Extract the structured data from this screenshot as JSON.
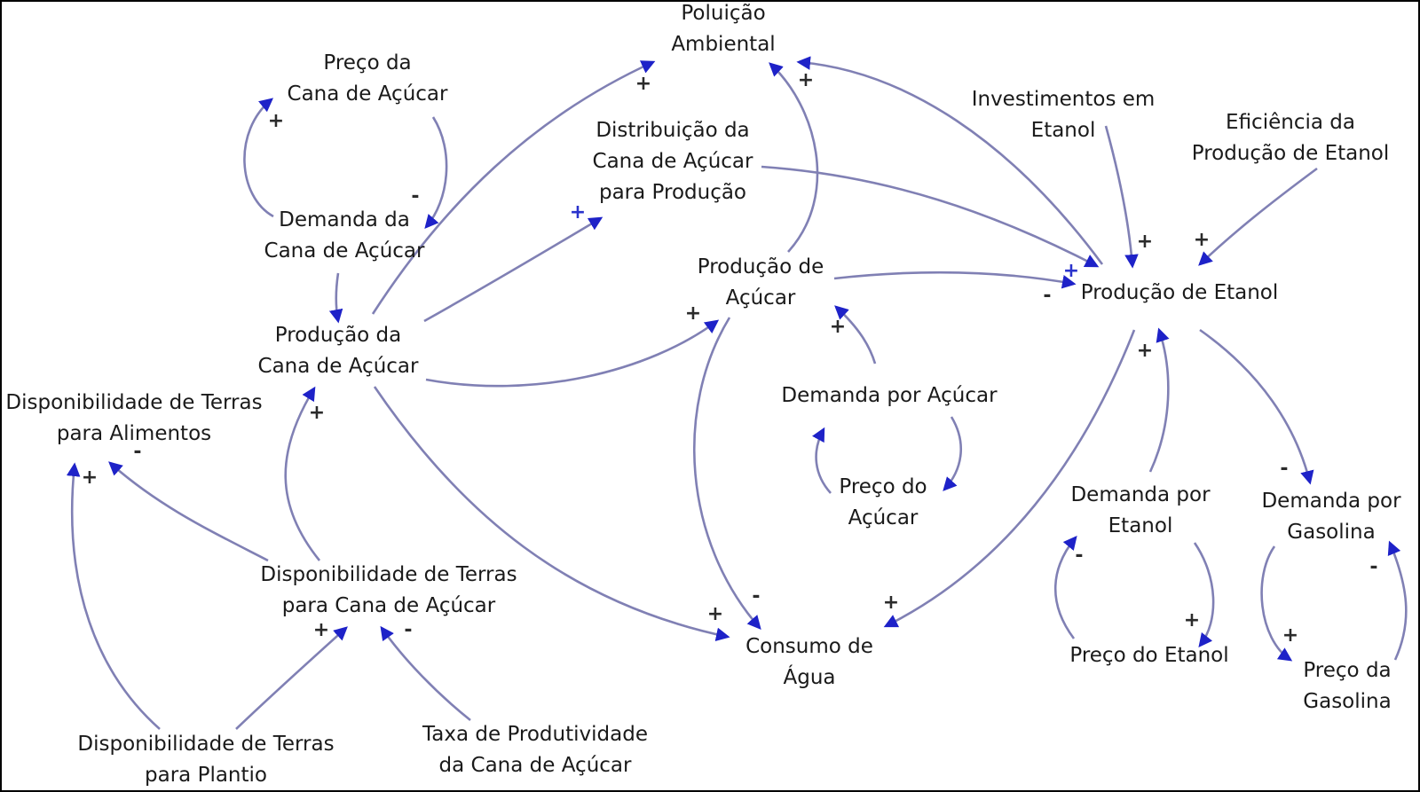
{
  "colors": {
    "link": "#8080b4",
    "arrowhead": "#1e22c8",
    "text": "#1a1a1a",
    "sign": "#2b2b2b"
  },
  "nodes": {
    "poluicao": [
      "Poluição",
      "Ambiental"
    ],
    "preco_cana": [
      "Preço da",
      "Cana de Açúcar"
    ],
    "demanda_cana": [
      "Demanda da",
      "Cana de Açúcar"
    ],
    "distribuicao": [
      "Distribuição da",
      "Cana de Açúcar",
      "para Produção"
    ],
    "investimentos": [
      "Investimentos em",
      "Etanol"
    ],
    "eficiencia": [
      "Eficiência da",
      "Produção de Etanol"
    ],
    "producao_acucar": [
      "Produção de",
      "Açúcar"
    ],
    "producao_etanol": [
      "Produção de Etanol"
    ],
    "producao_cana": [
      "Produção da",
      "Cana de Açúcar"
    ],
    "disp_alimentos": [
      "Disponibilidade de Terras",
      "para Alimentos"
    ],
    "demanda_acucar": [
      "Demanda por Açúcar"
    ],
    "preco_acucar": [
      "Preço do",
      "Açúcar"
    ],
    "demanda_etanol": [
      "Demanda por",
      "Etanol"
    ],
    "demanda_gasolina": [
      "Demanda por",
      "Gasolina"
    ],
    "disp_cana": [
      "Disponibilidade de Terras",
      "para Cana de Açúcar"
    ],
    "consumo_agua": [
      "Consumo de",
      "Água"
    ],
    "preco_etanol": [
      "Preço do Etanol"
    ],
    "preco_gasolina": [
      "Preço da",
      "Gasolina"
    ],
    "disp_plantio": [
      "Disponibilidade de Terras",
      "para Plantio"
    ],
    "taxa_produtividade": [
      "Taxa de Produtividade",
      "da Cana de Açúcar"
    ]
  },
  "signs": {
    "plus": "+",
    "minus": "-"
  }
}
